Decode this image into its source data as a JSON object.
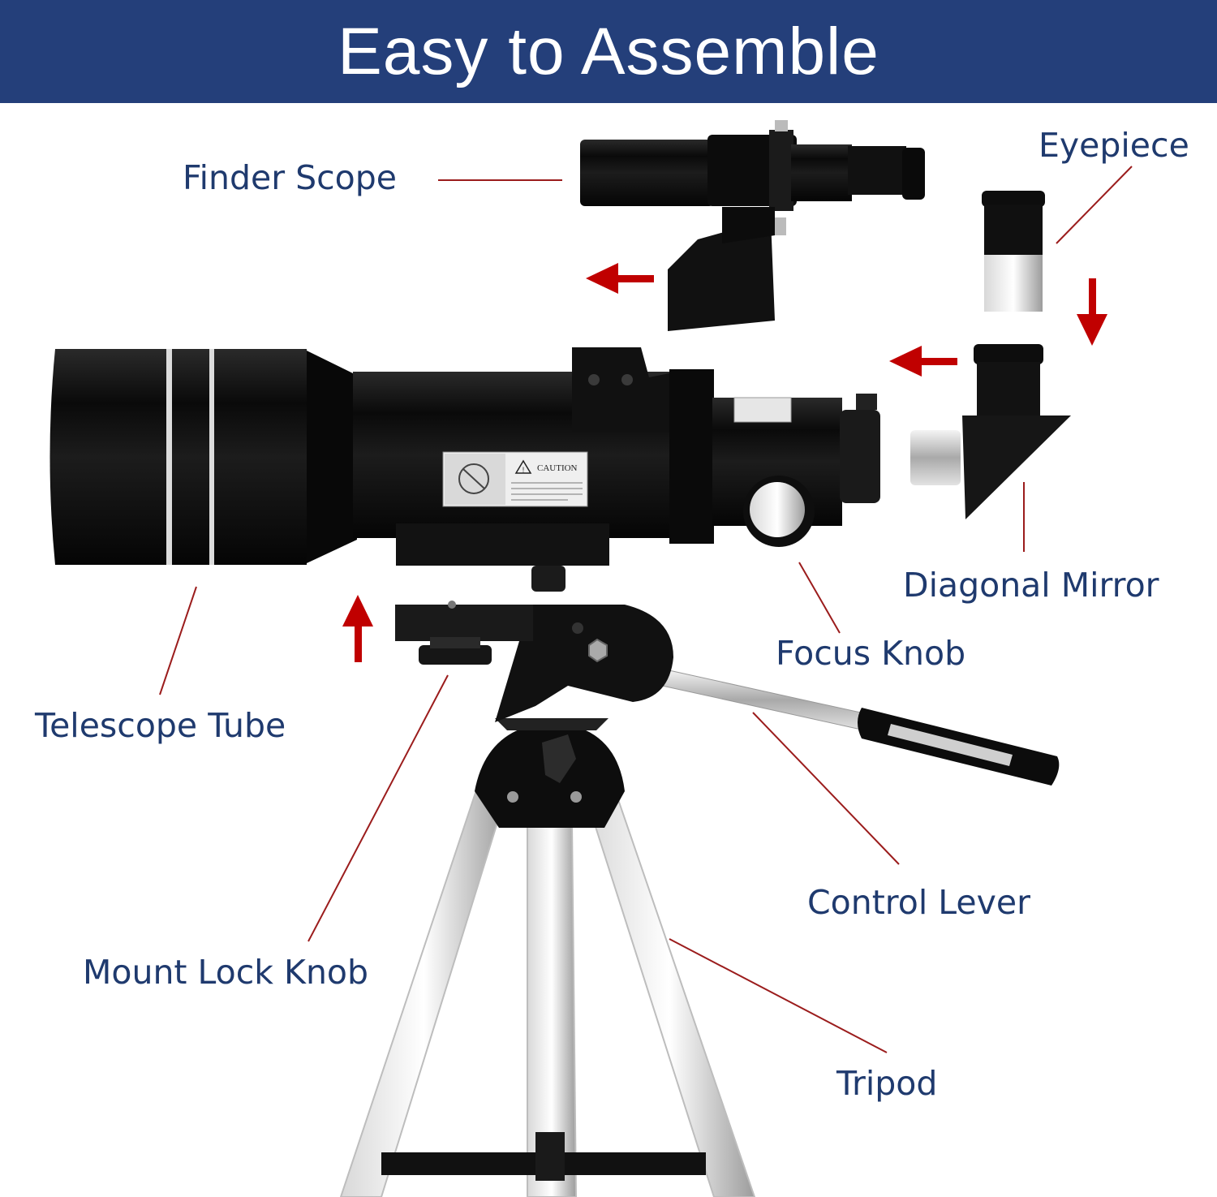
{
  "banner": {
    "title": "Easy to Assemble",
    "background": "#243f7a"
  },
  "colors": {
    "label_text": "#1f3a6e",
    "leader_line": "#9b1c1c",
    "arrow": "#c00000"
  },
  "caution_sticker": {
    "heading": "CAUTION"
  },
  "labels": {
    "finder_scope": "Finder Scope",
    "eyepiece": "Eyepiece",
    "diagonal_mirror": "Diagonal Mirror",
    "focus_knob": "Focus Knob",
    "telescope_tube": "Telescope Tube",
    "control_lever": "Control Lever",
    "mount_lock_knob": "Mount Lock Knob",
    "tripod": "Tripod"
  },
  "arrows": [
    {
      "name": "finder-scope-arrow",
      "direction": "left"
    },
    {
      "name": "diagonal-mirror-arrow",
      "direction": "left"
    },
    {
      "name": "eyepiece-arrow",
      "direction": "down"
    },
    {
      "name": "tube-mount-arrow",
      "direction": "up"
    }
  ]
}
